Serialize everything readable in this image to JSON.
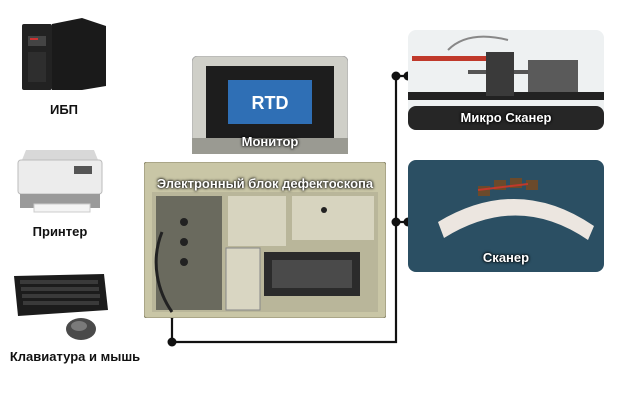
{
  "labels": {
    "ups": "ИБП",
    "printer": "Принтер",
    "keyboard_mouse": "Клавиатура и мышь",
    "monitor": "Монитор",
    "monitor_screen_logo": "RTD",
    "electronic_unit": "Электронный блок дефектоскопа",
    "micro_scanner": "Микро Сканер",
    "scanner": "Сканер"
  },
  "colors": {
    "connector": "#111111",
    "scanner_panel": "#2b4f63",
    "monitor_screen": "#2f6fb5"
  },
  "icons": [
    "ups-icon",
    "printer-icon",
    "keyboard-icon",
    "mouse-icon",
    "monitor-icon",
    "electronic-unit-icon",
    "micro-scanner-icon",
    "scanner-icon"
  ]
}
